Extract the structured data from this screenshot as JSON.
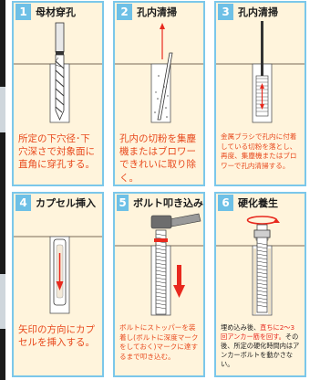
{
  "colors": {
    "panel_border": "#7bc7ea",
    "number_badge": "#6ec0e6",
    "panel_bg": "#fff4dc",
    "description_text": "#e84a1e",
    "highlight_text": "#e8291e",
    "arrow_red": "#e8291e"
  },
  "steps": [
    {
      "number": "1",
      "title": "母材穿孔",
      "description": "所定の下穴径･下穴深さで対象面に直角に穿孔する。",
      "icon": "drill-icon"
    },
    {
      "number": "2",
      "title": "孔内清掃",
      "description": "孔内の切粉を集塵機またはブロワーできれいに取り除く。",
      "icon": "blower-nozzle-icon"
    },
    {
      "number": "3",
      "title": "孔内清掃",
      "description": "金属ブラシで孔内に付着している切粉を落とし、再度、集塵機またはブロワーで孔内清掃する。",
      "icon": "wire-brush-icon"
    },
    {
      "number": "4",
      "title": "カプセル挿入",
      "description": "矢印の方向にカプセルを挿入する。",
      "icon": "capsule-icon"
    },
    {
      "number": "5",
      "title": "ボルト叩き込み",
      "description": "ボルトにストッパーを装着し(ボルトに深度マークをしておく)マークに達するまで叩き込む。",
      "icon": "hammer-bolt-icon"
    },
    {
      "number": "6",
      "title": "硬化養生",
      "description_before": "埋め込み後、",
      "description_highlight": "直ちに2～3回アンカー筋を回す。",
      "description_after": "その後、所定の硬化時間内はアンカーボルトを動かさない。",
      "icon": "rotating-bolt-icon"
    }
  ]
}
